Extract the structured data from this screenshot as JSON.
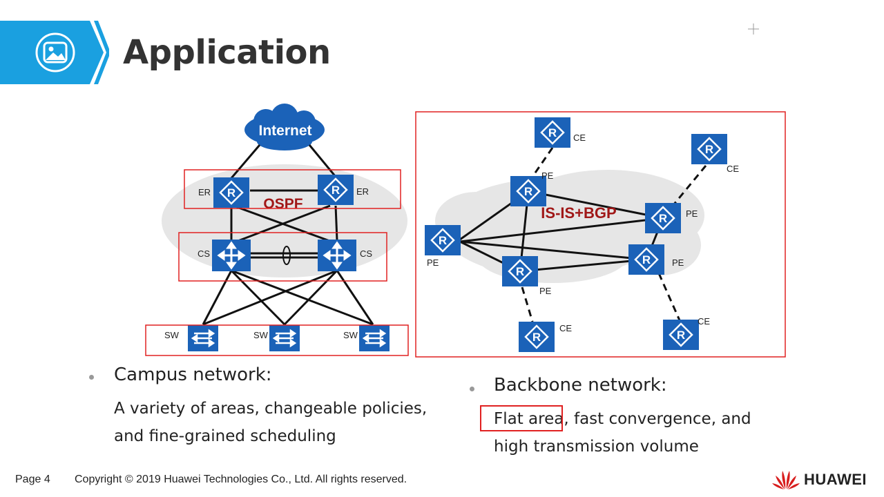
{
  "slide": {
    "title": "Application"
  },
  "campus": {
    "internet_label": "Internet",
    "area_label": "OSPF",
    "er_label": "ER",
    "cs_label": "CS",
    "sw_label": "SW",
    "heading": "Campus network:",
    "description_line1": "A variety of areas, changeable policies,",
    "description_line2": "and fine-grained scheduling"
  },
  "backbone": {
    "area_label": "IS-IS+BGP",
    "pe_label": "PE",
    "ce_label": "CE",
    "heading": "Backbone network:",
    "highlight": "Flat area",
    "description_line1_rest": ", fast convergence, and",
    "description_line2": "high transmission volume"
  },
  "footer": {
    "page": "Page 4",
    "copyright": "Copyright © 2019 Huawei Technologies Co., Ltd. All rights reserved.",
    "brand": "HUAWEI"
  },
  "colors": {
    "accent": "#1aa0e0",
    "device": "#1b62b8",
    "highlight": "#e02020",
    "area_text": "#a01818"
  }
}
